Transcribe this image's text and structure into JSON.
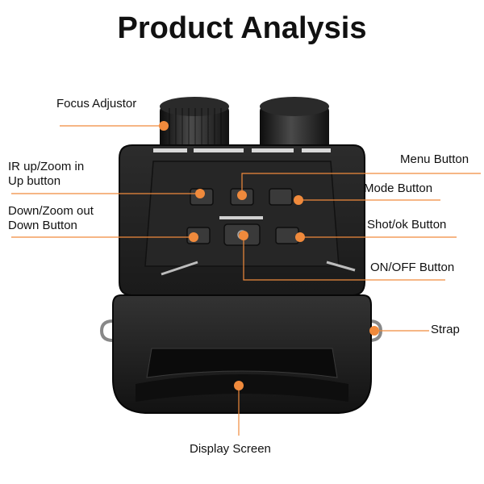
{
  "title": "Product Analysis",
  "accent_color": "#f08a3c",
  "labels": {
    "focus_adjustor": "Focus Adjustor",
    "ir_up_line1": "IR up/Zoom in",
    "ir_up_line2": "Up button",
    "down_line1": "Down/Zoom out",
    "down_line2": "Down Button",
    "menu": "Menu Button",
    "mode": "Mode Button",
    "shot_ok": "Shot/ok Button",
    "on_off": "ON/OFF Button",
    "strap": "Strap",
    "display": "Display Screen"
  }
}
